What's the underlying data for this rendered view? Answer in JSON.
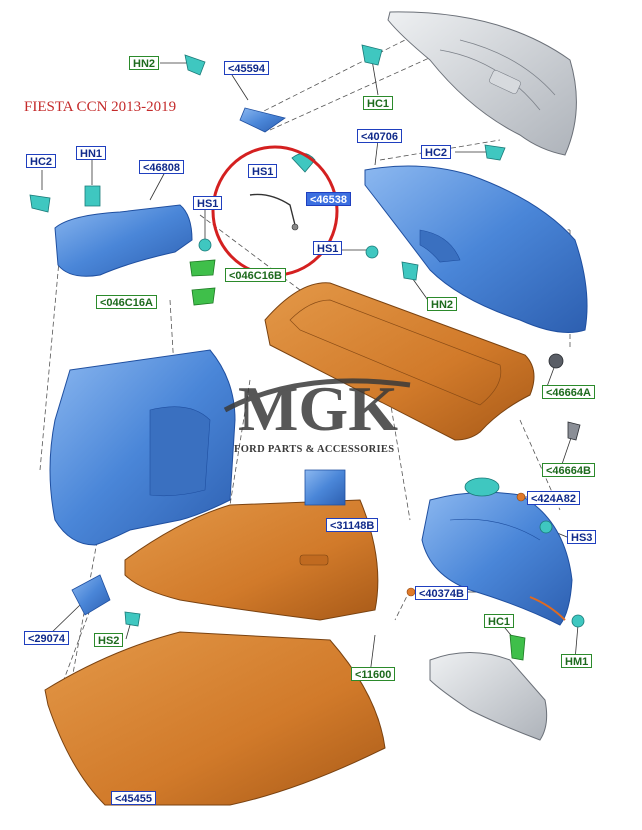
{
  "title": "FIESTA CCN 2013-2019",
  "watermark": {
    "logo_text": "MGK",
    "subtitle": "FORD PARTS & ACCESSORIES"
  },
  "callouts": [
    {
      "id": "hn2_top",
      "label": "HN2",
      "style": "green"
    },
    {
      "id": "c45594",
      "label": "<45594",
      "style": "blue"
    },
    {
      "id": "hc1_top",
      "label": "HC1",
      "style": "green"
    },
    {
      "id": "c40706",
      "label": "<40706",
      "style": "blue"
    },
    {
      "id": "hc2_right",
      "label": "HC2",
      "style": "blue"
    },
    {
      "id": "hc2_left",
      "label": "HC2",
      "style": "blue"
    },
    {
      "id": "hn1_left",
      "label": "HN1",
      "style": "blue"
    },
    {
      "id": "c46808",
      "label": "<46808",
      "style": "blue"
    },
    {
      "id": "hs1_a",
      "label": "HS1",
      "style": "blue"
    },
    {
      "id": "hs1_b",
      "label": "HS1",
      "style": "blue"
    },
    {
      "id": "c46538",
      "label": "<46538",
      "style": "highlight"
    },
    {
      "id": "hs1_c",
      "label": "HS1",
      "style": "blue"
    },
    {
      "id": "c046c16b",
      "label": "<046C16B",
      "style": "green"
    },
    {
      "id": "hn2_mid",
      "label": "HN2",
      "style": "green"
    },
    {
      "id": "c046c16a",
      "label": "<046C16A",
      "style": "green"
    },
    {
      "id": "c46664a",
      "label": "<46664A",
      "style": "green"
    },
    {
      "id": "c46664b",
      "label": "<46664B",
      "style": "green"
    },
    {
      "id": "c424a82",
      "label": "<424A82",
      "style": "blue"
    },
    {
      "id": "hs3",
      "label": "HS3",
      "style": "blue"
    },
    {
      "id": "c31148b",
      "label": "<31148B",
      "style": "blue"
    },
    {
      "id": "c40374b",
      "label": "<40374B",
      "style": "blue"
    },
    {
      "id": "hc1_bottom",
      "label": "HC1",
      "style": "green"
    },
    {
      "id": "c29074",
      "label": "<29074",
      "style": "blue"
    },
    {
      "id": "hs2",
      "label": "HS2",
      "style": "green"
    },
    {
      "id": "hm1",
      "label": "HM1",
      "style": "green"
    },
    {
      "id": "c11600",
      "label": "<11600",
      "style": "green"
    },
    {
      "id": "c45455",
      "label": "<45455",
      "style": "blue"
    }
  ],
  "colors": {
    "blue_part": "#4a86d8",
    "orange_part": "#d17a2a",
    "grey_part": "#cfd3d8",
    "clip_green": "#3fbf4a",
    "clip_teal": "#3fc7c0",
    "highlight_circle": "#d42020",
    "callout_blue": "#1f3fbf",
    "callout_green": "#2b8a2b"
  }
}
